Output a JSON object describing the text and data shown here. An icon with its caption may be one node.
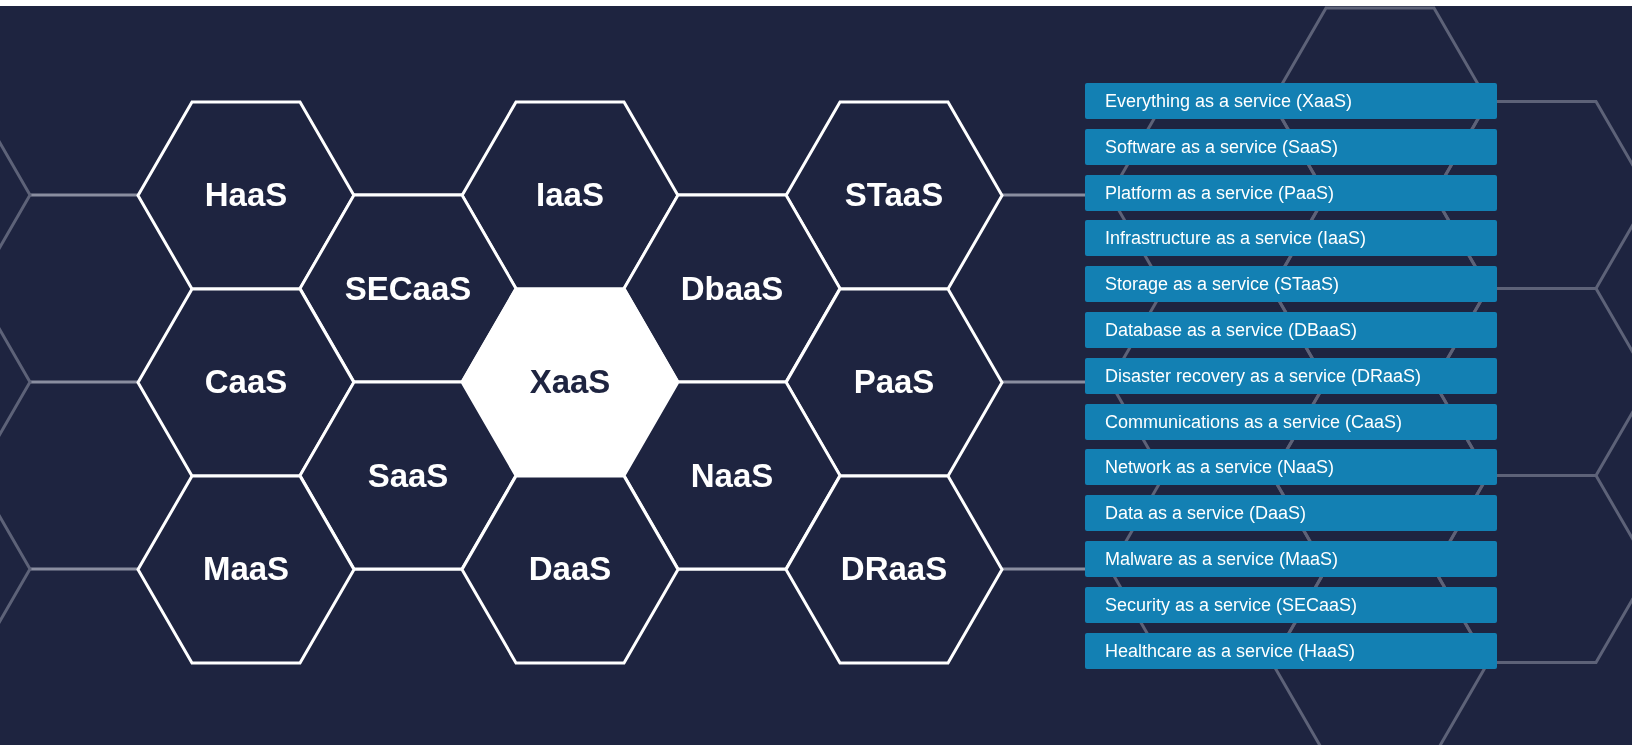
{
  "diagram": {
    "nodes": [
      {
        "text": [
          "HaaS"
        ]
      },
      {
        "text": [
          "IaaS"
        ]
      },
      {
        "text": [
          "STaaS"
        ]
      },
      {
        "text": [
          "SECaaS"
        ]
      },
      {
        "text": [
          "DbaaS"
        ]
      },
      {
        "text": [
          "CaaS"
        ]
      },
      {
        "text": [
          "XaaS"
        ]
      },
      {
        "text": [
          "PaaS"
        ]
      },
      {
        "text": [
          "SaaS"
        ]
      },
      {
        "text": [
          "NaaS"
        ]
      },
      {
        "text": [
          "MaaS"
        ]
      },
      {
        "text": [
          "DaaS"
        ]
      },
      {
        "text": [
          "DRaaS"
        ]
      },
      {
        "text": [
          "Everything as a service (XaaS)"
        ]
      },
      {
        "text": [
          "Software as a service (SaaS)"
        ]
      },
      {
        "text": [
          "Platform as a service (PaaS)"
        ]
      },
      {
        "text": [
          "Infrastructure as a service (IaaS)"
        ]
      },
      {
        "text": [
          "Storage as a service (STaaS)"
        ]
      },
      {
        "text": [
          "Database as a service (DBaaS)"
        ]
      },
      {
        "text": [
          "Disaster recovery as a service (DRaaS)"
        ]
      },
      {
        "text": [
          "Communications as a service (CaaS)"
        ]
      },
      {
        "text": [
          "Network as a service (NaaS)"
        ]
      },
      {
        "text": [
          "Data as a service (DaaS)"
        ]
      },
      {
        "text": [
          "Malware as a service (MaaS)"
        ]
      },
      {
        "text": [
          "Security as a service (SECaaS)"
        ]
      },
      {
        "text": [
          "Healthcare as a service (HaaS)"
        ]
      }
    ]
  }
}
